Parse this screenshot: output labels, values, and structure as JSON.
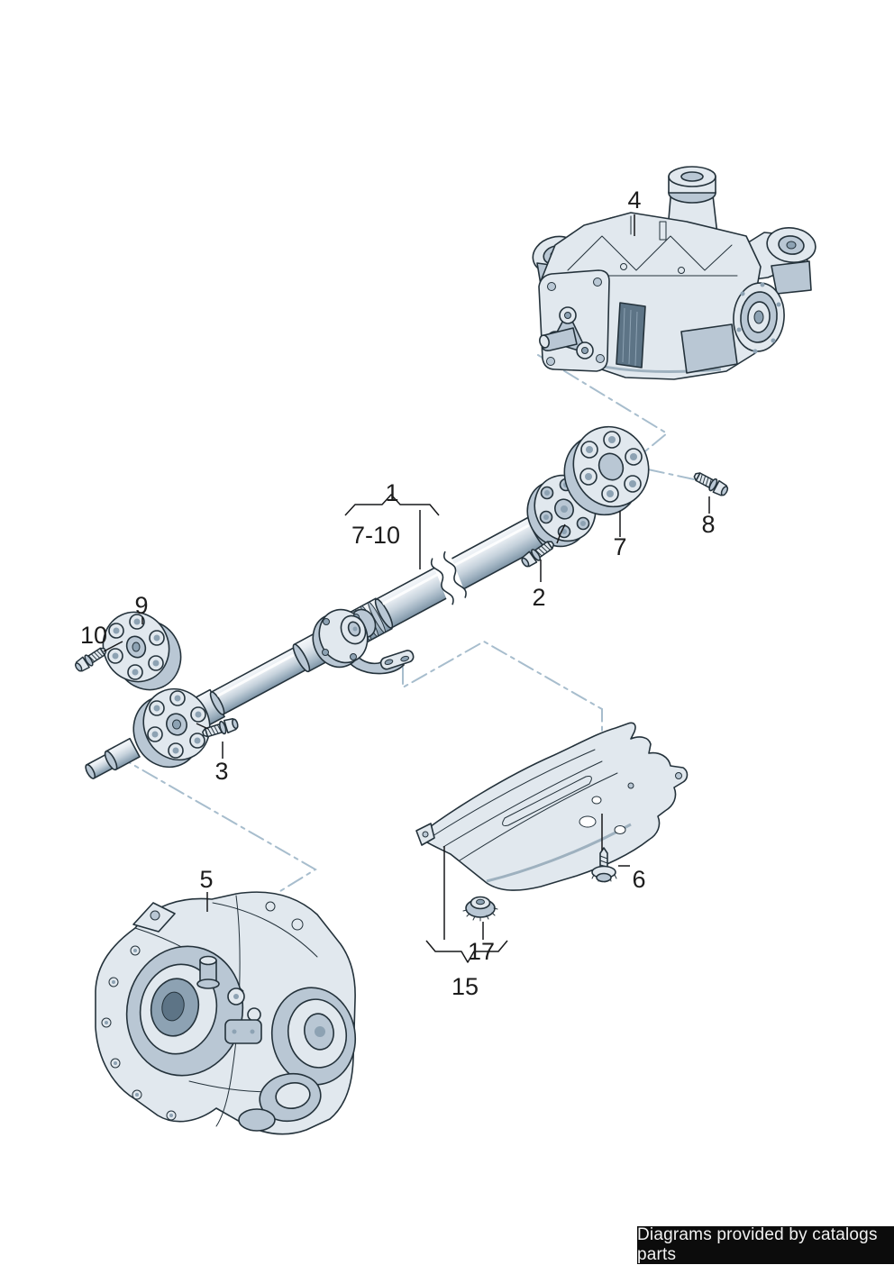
{
  "footer": {
    "text": "Diagrams provided by catalogs parts"
  },
  "colors": {
    "outline": "#24323b",
    "fill_light": "#e1e8ee",
    "fill_mid": "#b9c7d4",
    "fill_dark": "#8da2b3",
    "fill_deep": "#5d7486",
    "construction_line": "#a7bdcd",
    "leader_line": "#17181a",
    "label_text": "#1c1c1c",
    "footer_bg": "#0c0c0c",
    "footer_fg": "#f2f2f2",
    "background": "#ffffff"
  },
  "callouts": {
    "c1": {
      "label": "1"
    },
    "c2": {
      "label": "2"
    },
    "c3": {
      "label": "3"
    },
    "c4": {
      "label": "4"
    },
    "c5": {
      "label": "5"
    },
    "c6": {
      "label": "6"
    },
    "c7": {
      "label": "7"
    },
    "c8": {
      "label": "8"
    },
    "c9": {
      "label": "9"
    },
    "c10": {
      "label": "10"
    },
    "c15": {
      "label": "15"
    },
    "c17": {
      "label": "17"
    },
    "c7_10": {
      "label": "7-10"
    }
  }
}
